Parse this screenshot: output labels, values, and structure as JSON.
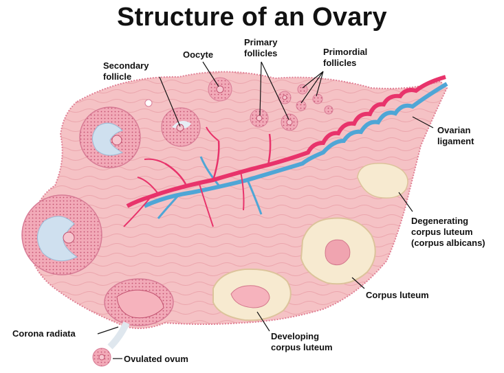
{
  "title": "Structure of an Ovary",
  "labels": {
    "secondary_follicle": [
      "Secondary",
      "follicle"
    ],
    "oocyte": "Oocyte",
    "primary_follicles": [
      "Primary",
      "follicles"
    ],
    "primordial_follicles": [
      "Primordial",
      "follicles"
    ],
    "ovarian_ligament": [
      "Ovarian",
      "ligament"
    ],
    "degenerating_corpus_luteum": [
      "Degenerating",
      "corpus luteum",
      "(corpus albicans)"
    ],
    "corpus_luteum": "Corpus luteum",
    "developing_corpus_luteum": [
      "Developing",
      "corpus luteum"
    ],
    "corona_radiata": "Corona radiata",
    "ovulated_ovum": "Ovulated ovum"
  },
  "colors": {
    "stroma": "#f4bcc0",
    "stroma_edge": "#e07f94",
    "follicle_cells": "#f1a9b6",
    "antrum": "#cfe0ef",
    "artery": "#e8336b",
    "vein": "#4fa6d6",
    "corpus_luteum": "#f7ead0"
  }
}
